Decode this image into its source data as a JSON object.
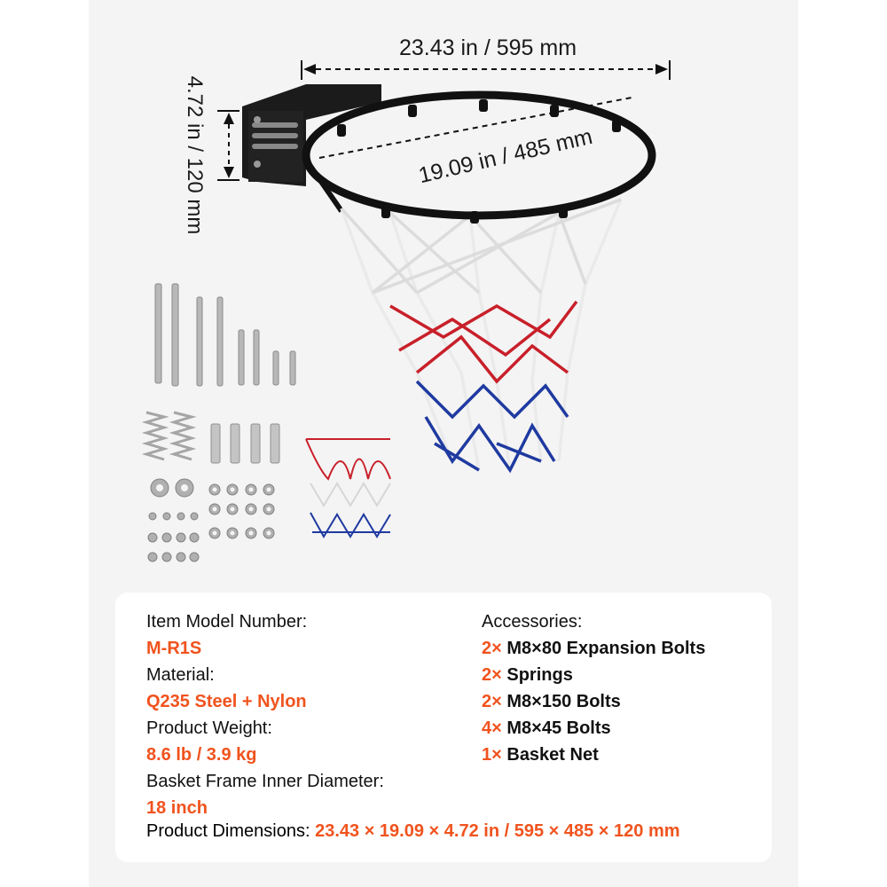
{
  "dimensions": {
    "width_label": "23.43 in / 595 mm",
    "inner_label": "19.09 in / 485 mm",
    "height_label": "4.72 in / 120 mm"
  },
  "specs": {
    "model_label": "Item Model Number:",
    "model_value": "M-R1S",
    "material_label": "Material:",
    "material_value": "Q235 Steel + Nylon",
    "weight_label": "Product Weight:",
    "weight_value": "8.6 lb / 3.9 kg",
    "diameter_label": "Basket Frame Inner Diameter:",
    "diameter_value": "18 inch",
    "dimensions_label": "Product Dimensions:",
    "dimensions_value": "23.43 × 19.09 × 4.72 in / 595 × 485 × 120 mm"
  },
  "accessories": {
    "title": "Accessories:",
    "items": [
      {
        "qty": "2×",
        "name": "M8×80 Expansion Bolts"
      },
      {
        "qty": "2×",
        "name": "Springs"
      },
      {
        "qty": "2×",
        "name": "M8×150 Bolts"
      },
      {
        "qty": "4×",
        "name": "M8×45 Bolts"
      },
      {
        "qty": "1×",
        "name": " Basket Net"
      }
    ]
  },
  "colors": {
    "accent": "#f0531e",
    "net_red": "#c8202a",
    "net_blue": "#1f3aa0",
    "rim": "#111111"
  }
}
